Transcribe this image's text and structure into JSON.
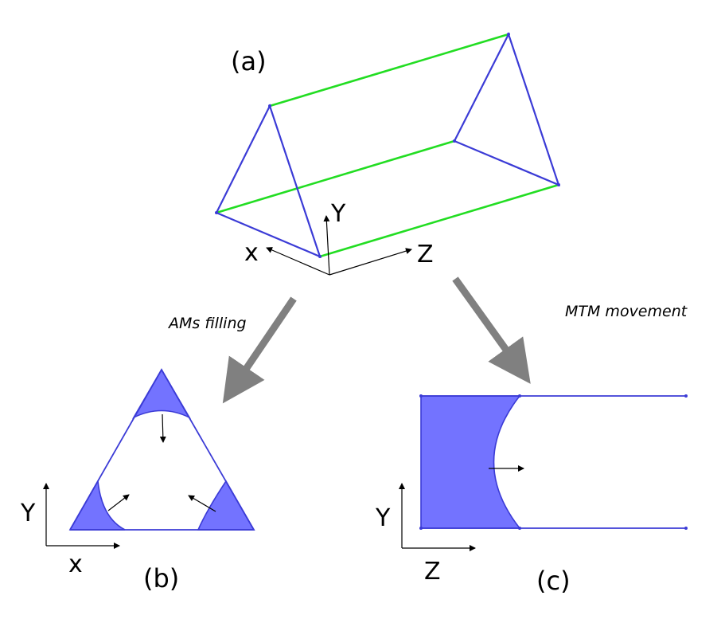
{
  "panels": {
    "a": {
      "label": "(a)",
      "axes": {
        "x": "x",
        "y": "Y",
        "z": "Z"
      }
    },
    "b": {
      "label": "(b)",
      "axes": {
        "x": "x",
        "y": "Y"
      }
    },
    "c": {
      "label": "(c)",
      "axes": {
        "x": "Z",
        "y": "Y"
      }
    }
  },
  "transitions": {
    "left": "AMs filling",
    "right": "MTM movement"
  },
  "colors": {
    "edge_blue": "#3b3bd6",
    "edge_green": "#22dd22",
    "fill_blue": "#7373ff",
    "arrow_grey": "#808080"
  }
}
